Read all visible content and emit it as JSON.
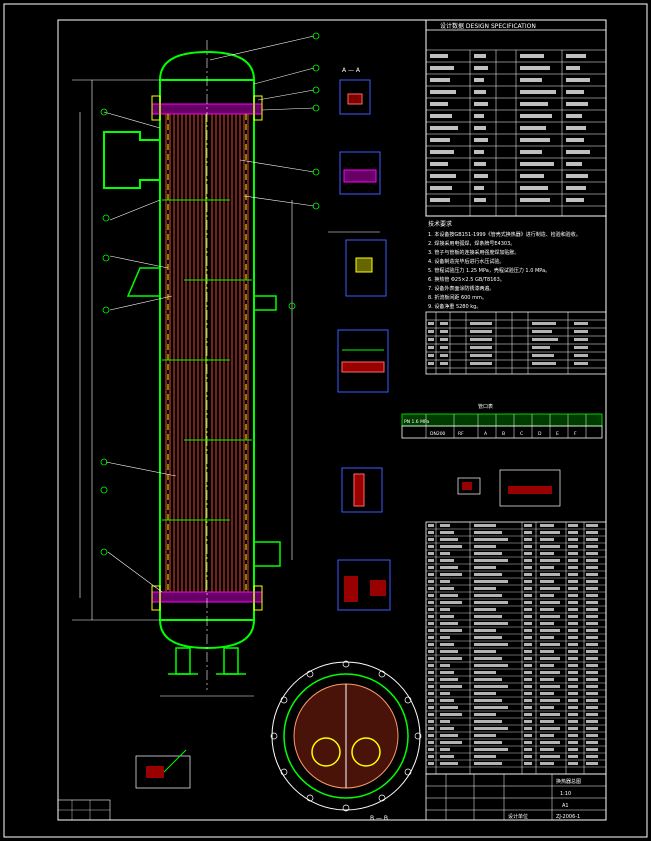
{
  "drawing": {
    "spec_title": "设计数据 DESIGN SPECIFICATION",
    "sheet_size": "A1",
    "drawing_no": "ZJ-2006-1",
    "scale": "1:10",
    "view_label_aa": "A — A",
    "view_label_bb": "B — B",
    "colors": {
      "frame": "#ffffff",
      "shell": "#00ff00",
      "tube": "#c0392b",
      "dim": "#ffffff",
      "ann": "#ffff00",
      "flange": "#ff00ff",
      "blue": "#3b5bff",
      "cyan": "#00ffff"
    }
  },
  "notes": {
    "heading": "技术要求",
    "lines": [
      "1. 本设备按GB151-1999《管壳式换热器》进行制造、检验和验收。",
      "2. 焊接采用电弧焊，焊条牌号E4303。",
      "3. 管子与管板的连接采用强度焊加贴胀。",
      "4. 设备制造完毕后进行水压试验。",
      "5. 管程试验压力 1.25 MPa，壳程试验压力 1.0 MPa。",
      "6. 换热管 Φ25×2.5 GB/T8163。",
      "7. 设备外表面涂防锈漆两遍。",
      "8. 折流板间距 600 mm。",
      "9. 设备净重 5280 kg。"
    ]
  },
  "nozzle_table": {
    "header": "管口表",
    "row_label": "PN 1.6 MPa",
    "cells": [
      "DN200",
      "RF",
      "A",
      "B",
      "C",
      "D",
      "E",
      "F"
    ]
  },
  "title_block": {
    "name": "换热器总图",
    "unit": "设计单位"
  }
}
